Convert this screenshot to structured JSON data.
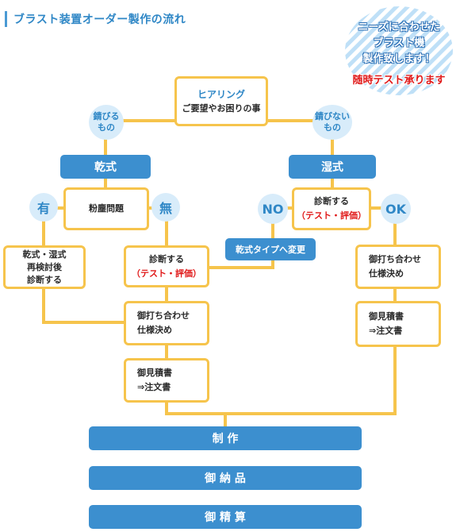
{
  "title": "ブラスト装置オーダー製作の流れ",
  "badge": {
    "line1": "ニーズに合わせた",
    "line2": "ブラスト機",
    "line3": "製作致します！",
    "line4": "随時テスト承ります"
  },
  "hearing": {
    "title": "ヒアリング",
    "sub": "ご要望やお困りの事"
  },
  "rust_yes": {
    "l1": "錆びる",
    "l2": "もの"
  },
  "rust_no": {
    "l1": "錆びない",
    "l2": "もの"
  },
  "dry": "乾式",
  "wet": "湿式",
  "dust_problem": "粉塵問題",
  "yes": "有",
  "no_mark": "無",
  "ng": "NO",
  "ok": "OK",
  "wet_diag": {
    "l1": "診断する",
    "l2": "（テスト・評価）"
  },
  "dry_diag": {
    "l1": "診断する",
    "l2": "（テスト・評価）"
  },
  "change_dry": "乾式タイプへ変更",
  "reconsider": {
    "l1": "乾式・湿式",
    "l2": "再検討後",
    "l3": "診断する"
  },
  "meeting_left": {
    "l1": "御打ち合わせ",
    "l2": "仕様決め"
  },
  "meeting_right": {
    "l1": "御打ち合わせ",
    "l2": "仕様決め"
  },
  "quote_left": {
    "l1": "御見積書",
    "l2": "⇒注文書"
  },
  "quote_right": {
    "l1": "御見積書",
    "l2": "⇒注文書"
  },
  "production": "制 作",
  "delivery": "御 納 品",
  "settlement": "御 精 算",
  "colors": {
    "line": "#f6c44c",
    "blue": "#3c8fcf",
    "circle": "#d8ecfa",
    "accent_red": "#e01818"
  }
}
